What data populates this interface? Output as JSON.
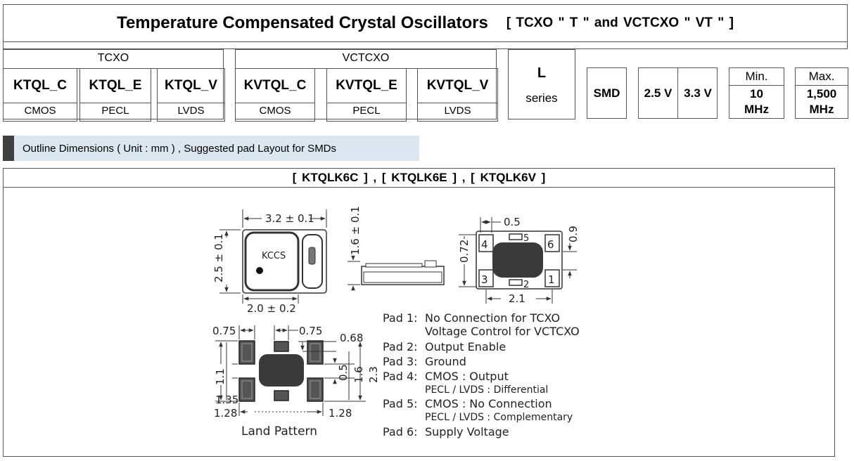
{
  "header": {
    "title": "Temperature Compensated Crystal Oscillators",
    "subtitle": "[  TCXO \" T \"  and   VCTCXO \" VT \" ]"
  },
  "groups": {
    "tcxo": {
      "label": "TCXO",
      "items": [
        {
          "code": "KTQL_C",
          "output": "CMOS"
        },
        {
          "code": "KTQL_E",
          "output": "PECL"
        },
        {
          "code": "KTQL_V",
          "output": "LVDS"
        }
      ]
    },
    "vctcxo": {
      "label": "VCTCXO",
      "items": [
        {
          "code": "KVTQL_C",
          "output": "CMOS"
        },
        {
          "code": "KVTQL_E",
          "output": "PECL"
        },
        {
          "code": "KVTQL_V",
          "output": "LVDS"
        }
      ]
    }
  },
  "series": {
    "letter": "L",
    "label": "series"
  },
  "package": "SMD",
  "voltages": [
    "2.5 V",
    "3.3 V"
  ],
  "freq_min": {
    "label": "Min.",
    "value": "10",
    "unit": "MHz"
  },
  "freq_max": {
    "label": "Max.",
    "value": "1,500",
    "unit": "MHz"
  },
  "banner": "Outline Dimensions ( Unit : mm ) , Suggested pad Layout for SMDs",
  "section_title": "[ KTQLK6C ] , [ KTQLK6E ] , [ KTQLK6V ]",
  "drawing": {
    "top_width": "3.2 ± 0.1",
    "top_height": "2.5 ± 0.1",
    "bottom_width": "2.0 ± 0.2",
    "marking": "KCCS",
    "side_height": "1.6 ± 0.1",
    "pad_w": "0.5",
    "pad_h_left": "0.72",
    "pad_h_right": "0.9",
    "pad_span": "2.1",
    "pad_numbers": [
      "4",
      "5",
      "6",
      "3",
      "2",
      "1"
    ],
    "land": {
      "d075a": "0.75",
      "d075b": "0.75",
      "d068": "0.68",
      "d11": "1.1",
      "d05": "0.5",
      "d16": "1.6",
      "d23": "2.3",
      "d135": "1.35",
      "d128a": "1.28",
      "d128b": "1.28",
      "caption": "Land Pattern"
    }
  },
  "pads": [
    {
      "label": "Pad 1:",
      "lines": [
        "No Connection for TCXO",
        "Voltage Control for VCTCXO"
      ],
      "small": false
    },
    {
      "label": "Pad 2:",
      "lines": [
        "Output Enable"
      ],
      "small": false
    },
    {
      "label": "Pad 3:",
      "lines": [
        "Ground"
      ],
      "small": false
    },
    {
      "label": "Pad 4:",
      "lines": [
        "CMOS : Output",
        "PECL / LVDS : Differential"
      ],
      "small": true
    },
    {
      "label": "Pad 5:",
      "lines": [
        "CMOS : No Connection",
        "PECL / LVDS : Complementary"
      ],
      "small": true
    },
    {
      "label": "Pad 6:",
      "lines": [
        "Supply Voltage"
      ],
      "small": false
    }
  ]
}
